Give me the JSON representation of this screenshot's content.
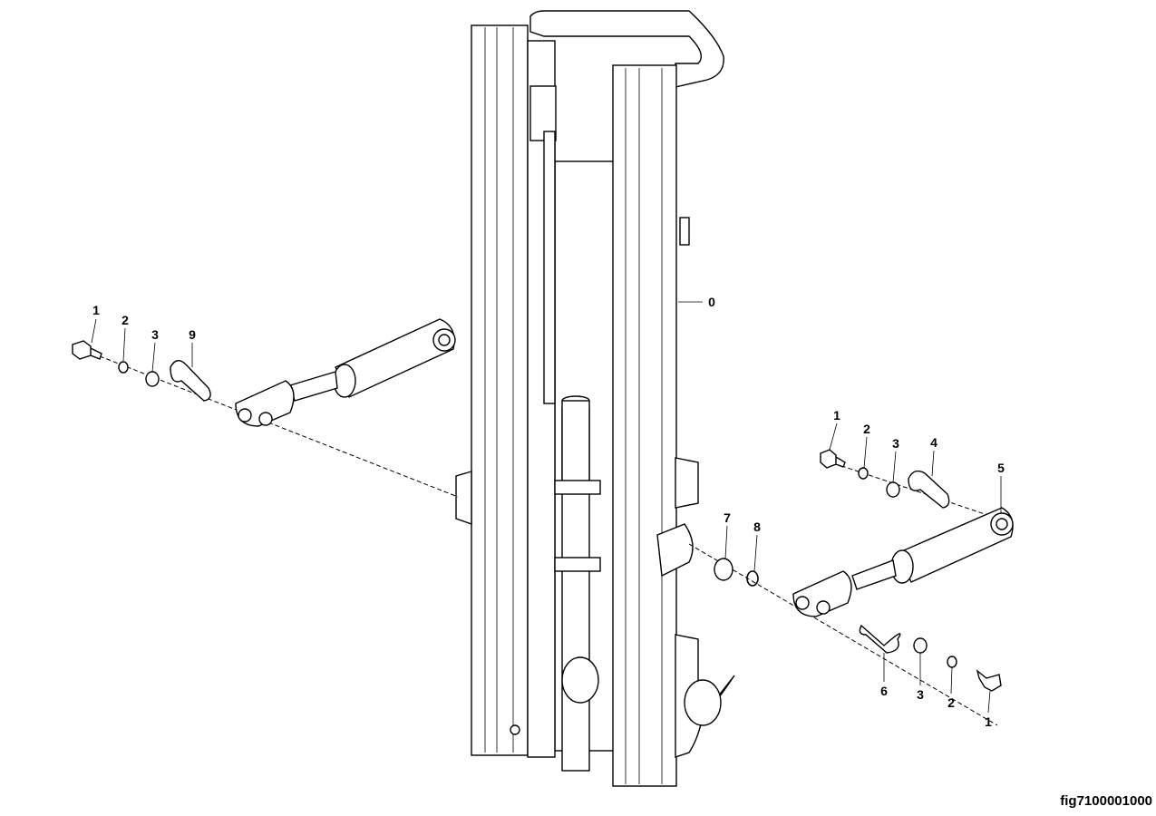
{
  "figure_id": "fig7100001000",
  "callouts": {
    "left_bolt": "1",
    "left_washer_small": "2",
    "left_washer": "3",
    "left_pin": "9",
    "mast": "0",
    "right_top_bolt": "1",
    "right_top_washer_small": "2",
    "right_top_washer": "3",
    "right_top_pin": "4",
    "right_cylinder": "5",
    "bearing": "7",
    "snap_ring": "8",
    "bottom_pin": "6",
    "bottom_washer": "3",
    "bottom_washer_small": "2",
    "bottom_bolt": "1"
  }
}
